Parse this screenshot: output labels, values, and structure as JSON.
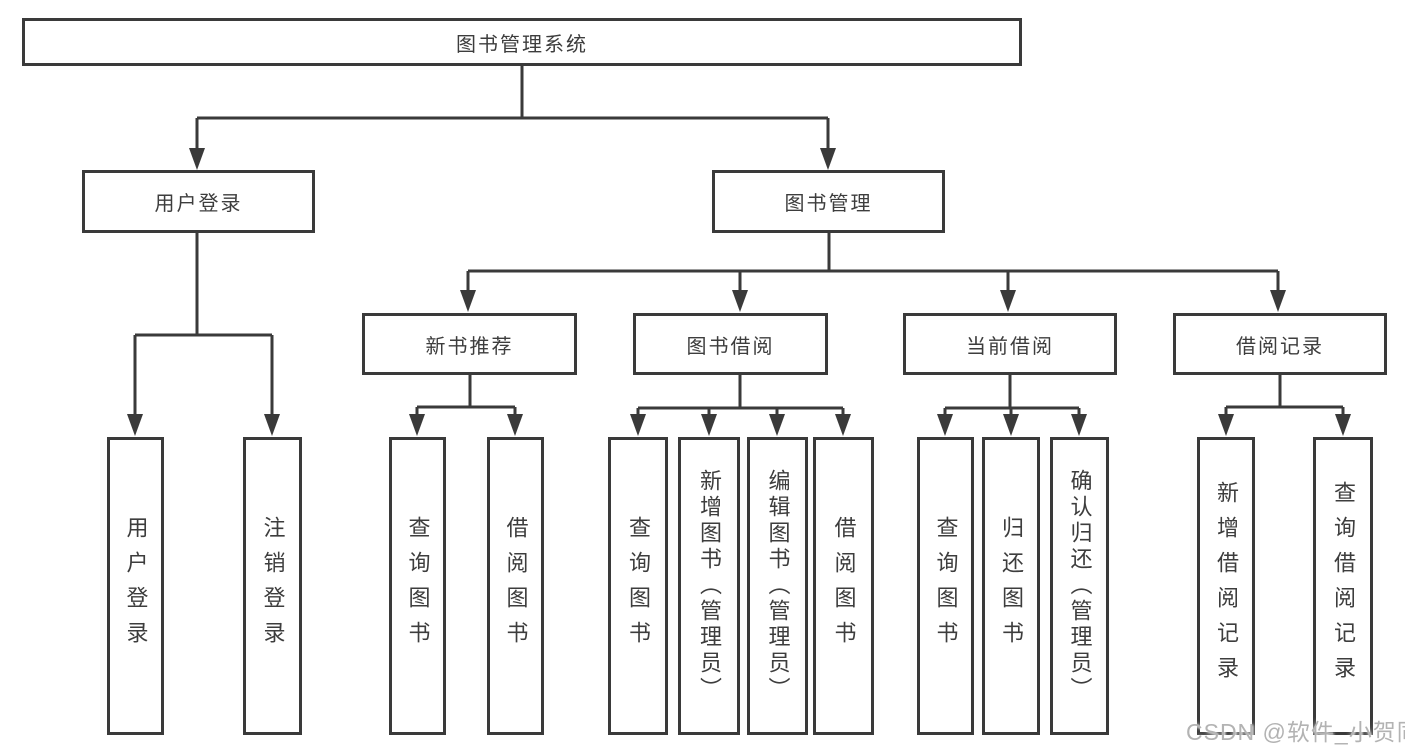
{
  "tree": {
    "root": "图书管理系统",
    "user": {
      "label": "用户登录",
      "leaves": [
        "用户登录",
        "注销登录"
      ]
    },
    "mgmt": {
      "label": "图书管理",
      "groups": [
        {
          "label": "新书推荐",
          "leaves": [
            "查询图书",
            "借阅图书"
          ]
        },
        {
          "label": "图书借阅",
          "leaves": [
            "查询图书",
            "新增图书（管理员）",
            "编辑图书（管理员）",
            "借阅图书"
          ]
        },
        {
          "label": "当前借阅",
          "leaves": [
            "查询图书",
            "归还图书",
            "确认归还（管理员）"
          ]
        },
        {
          "label": "借阅记录",
          "leaves": [
            "新增借阅记录",
            "查询借阅记录"
          ]
        }
      ]
    }
  },
  "watermark": "CSDN @软件_小贺同学",
  "colors": {
    "line": "#3a3a3a",
    "text": "#3d3d3d",
    "watermark": "#b3b3b3",
    "background": "#ffffff"
  }
}
